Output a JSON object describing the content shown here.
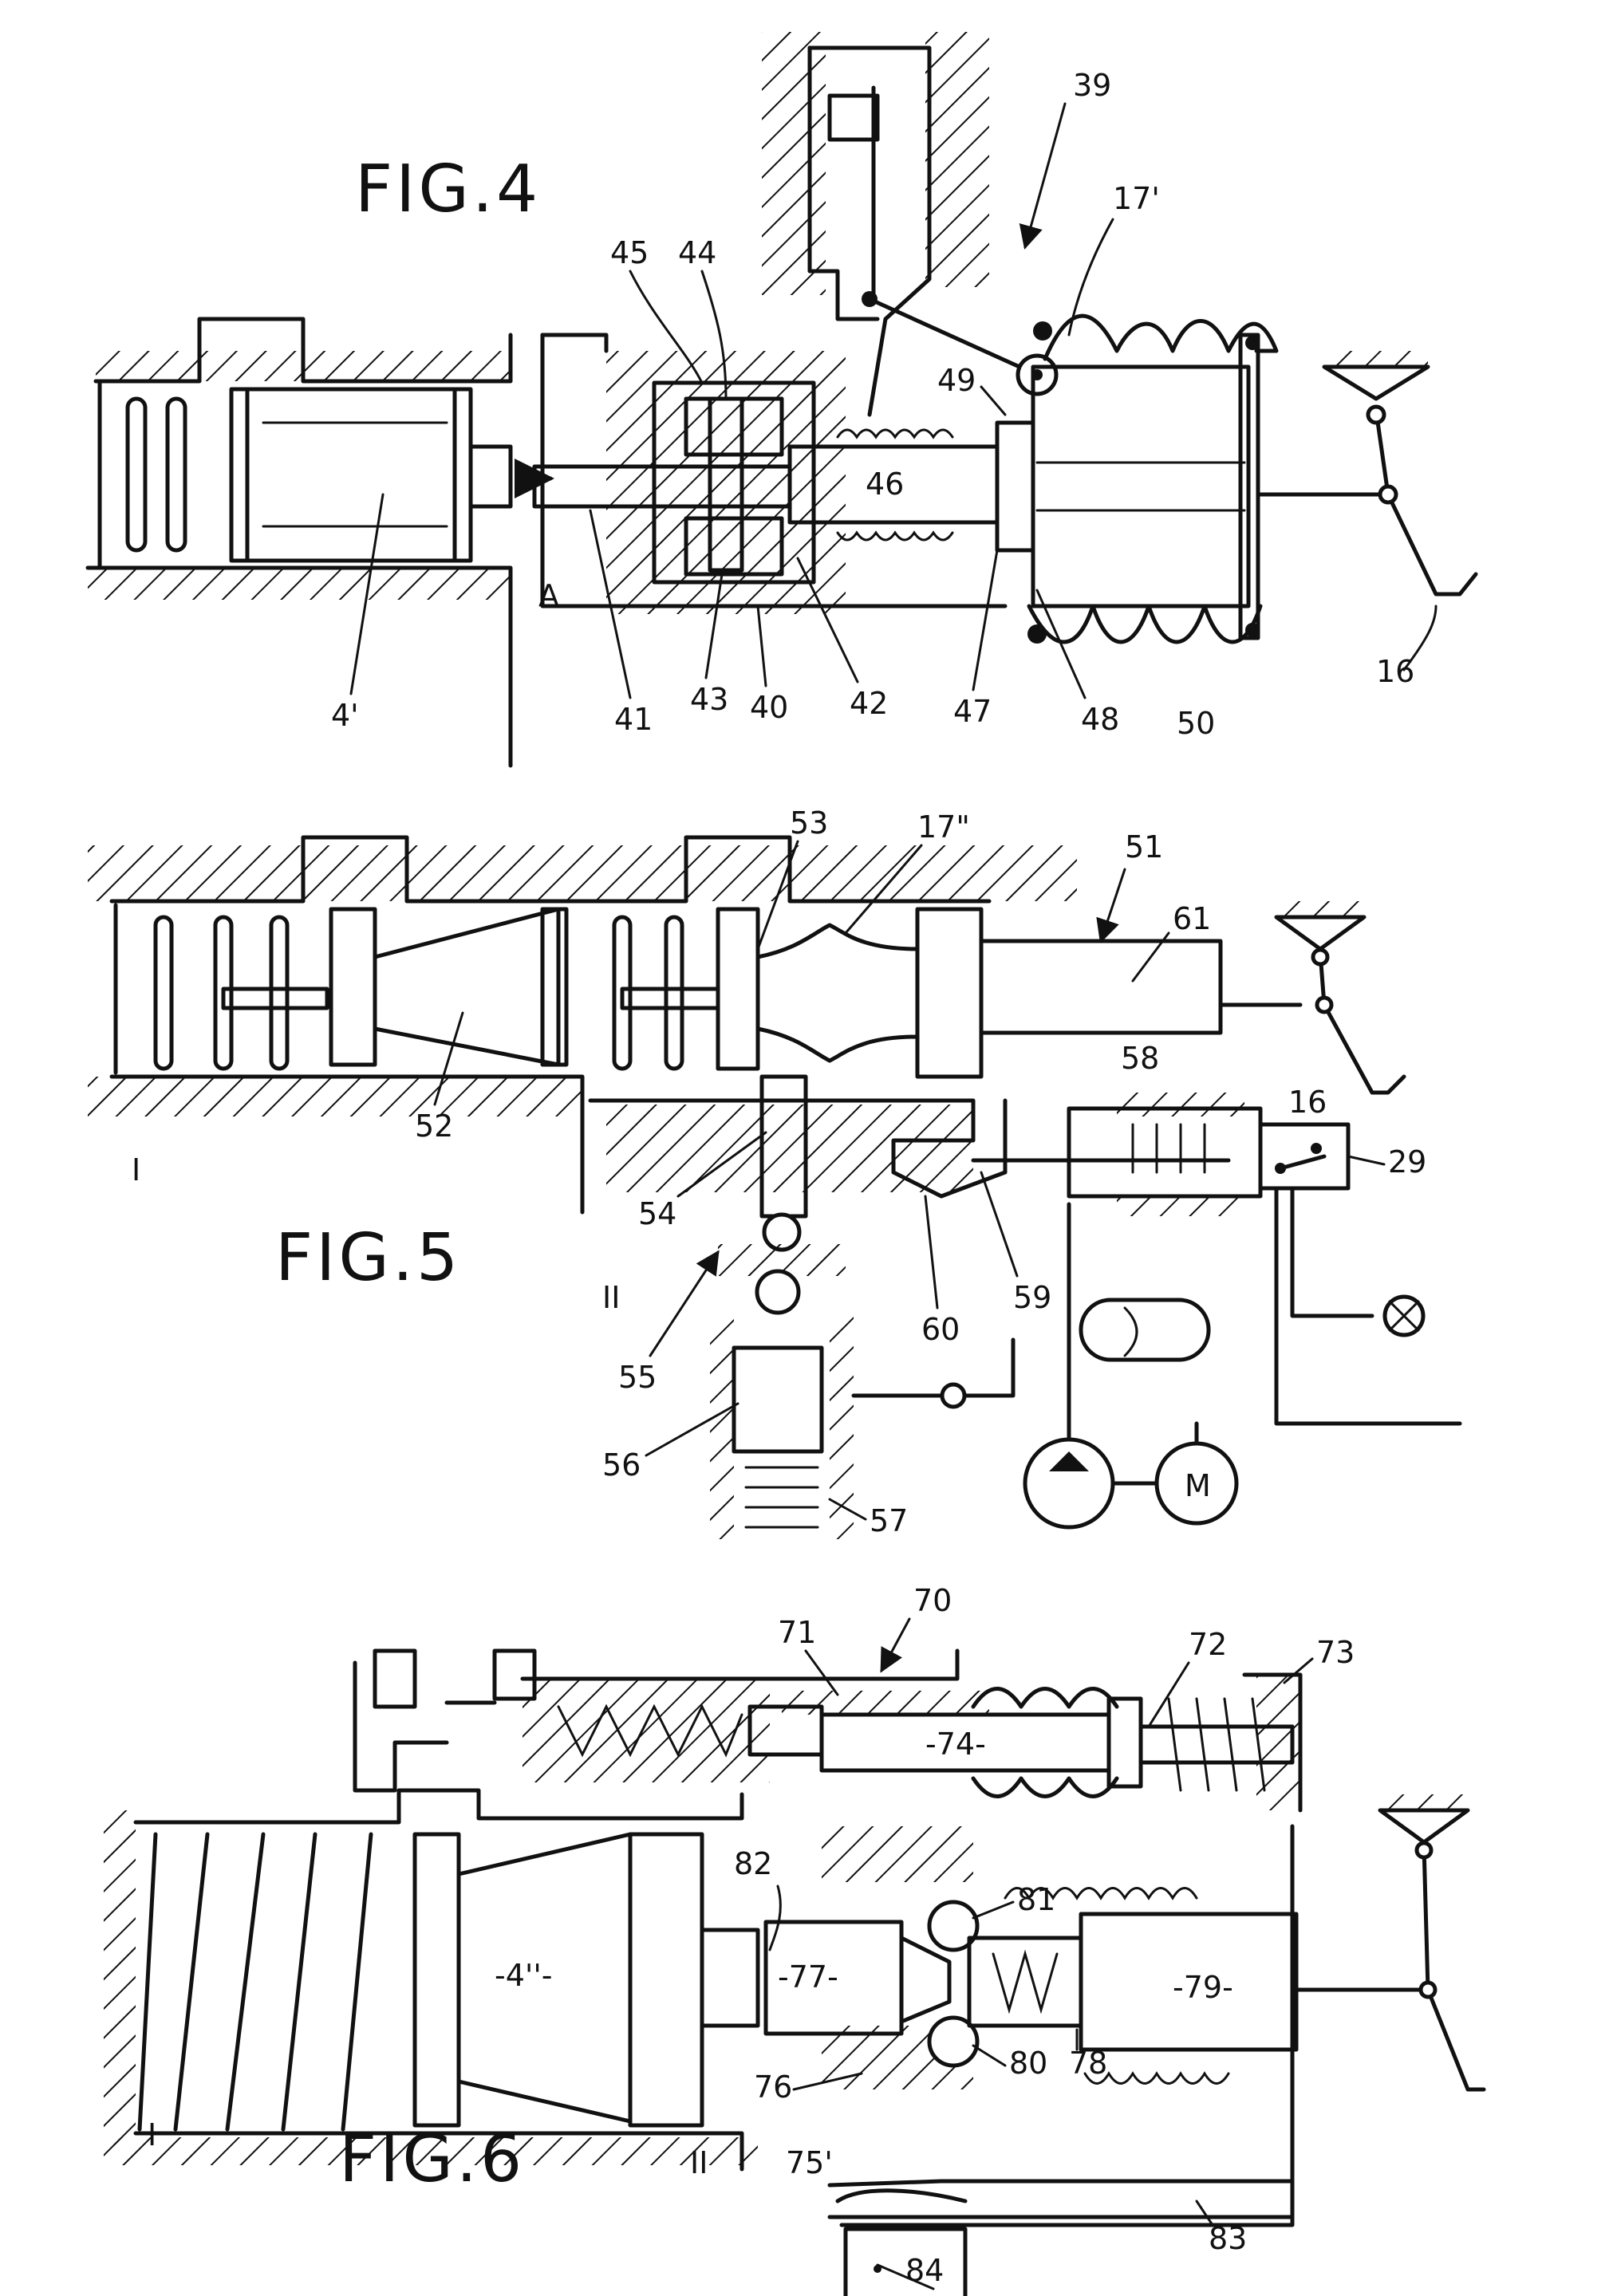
{
  "figures": {
    "fig4": {
      "title": "FIG.4",
      "labels": {
        "l39": "39",
        "l17p": "17'",
        "l45": "45",
        "l44": "44",
        "l49": "49",
        "l46": "46",
        "lA": "A",
        "l4p": "4'",
        "l41": "41",
        "l43": "43",
        "l40": "40",
        "l42": "42",
        "l47": "47",
        "l48": "48",
        "l50": "50",
        "l16": "16"
      }
    },
    "fig5": {
      "title": "FIG.5",
      "labels": {
        "l53": "53",
        "l17pp": "17\"",
        "l51": "51",
        "l61": "61",
        "l16": "16",
        "l52": "52",
        "l58": "58",
        "l29": "29",
        "lI": "I",
        "l54": "54",
        "lII": "II",
        "l59": "59",
        "l60": "60",
        "l55": "55",
        "l56": "56",
        "l57": "57",
        "lM": "M"
      }
    },
    "fig6": {
      "title": "FIG.6",
      "labels": {
        "l70": "70",
        "l71": "71",
        "l72": "72",
        "l73": "73",
        "l74": "-74-",
        "l4pp": "-4''-",
        "l82": "82",
        "l81": "81",
        "l77": "-77-",
        "l79": "-79-",
        "l76": "76",
        "l80": "80",
        "l78": "78",
        "lI": "I",
        "lII": "II",
        "l75p": "75'",
        "l83": "83",
        "l84": "84"
      }
    }
  }
}
